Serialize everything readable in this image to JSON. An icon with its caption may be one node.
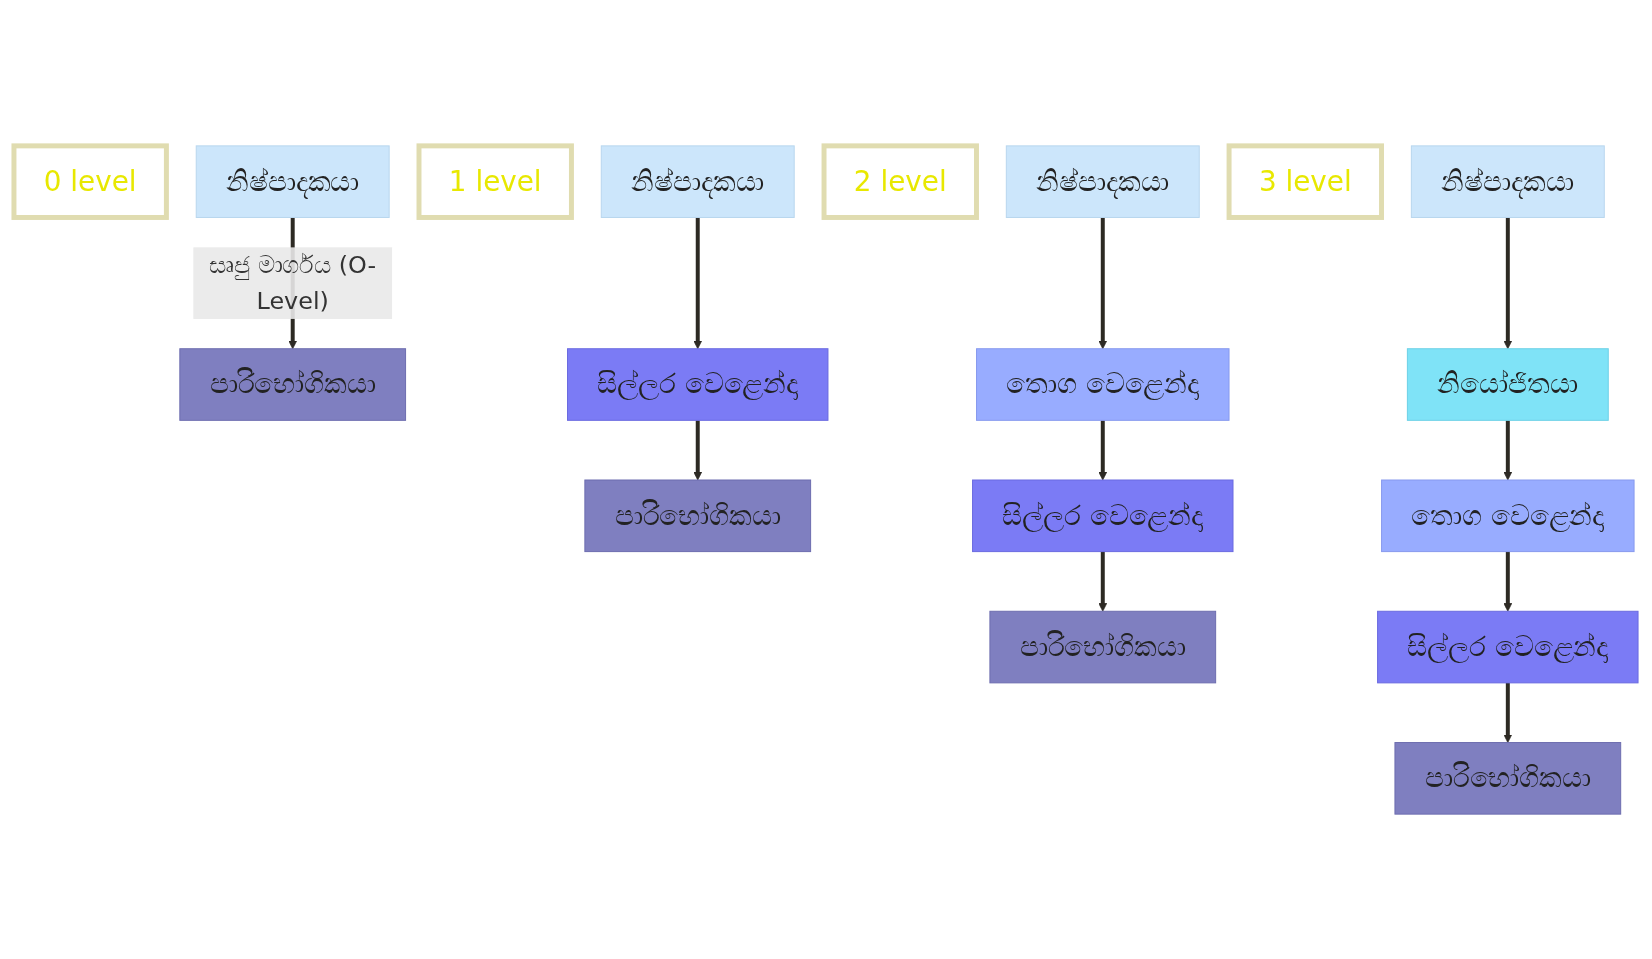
{
  "diagram": {
    "nodes": [
      {
        "text": [
          "0 level"
        ]
      },
      {
        "text": [
          "නිෂ්පාදකයා"
        ]
      },
      {
        "text": [
          "පාරිභෝගිකයා"
        ]
      },
      {
        "text": [
          "1 level"
        ]
      },
      {
        "text": [
          "නිෂ්පාදකයා"
        ]
      },
      {
        "text": [
          "සිල්ලර වෙළෙන්දා"
        ]
      },
      {
        "text": [
          "පාරිභෝගිකයා"
        ]
      },
      {
        "text": [
          "2 level"
        ]
      },
      {
        "text": [
          "නිෂ්පාදකයා"
        ]
      },
      {
        "text": [
          "තොග වෙළෙන්දා"
        ]
      },
      {
        "text": [
          "සිල්ලර වෙළෙන්දා"
        ]
      },
      {
        "text": [
          "පාරිභෝගිකයා"
        ]
      },
      {
        "text": [
          "3 level"
        ]
      },
      {
        "text": [
          "නිෂ්පාදකයා"
        ]
      },
      {
        "text": [
          "නියෝජිතයා"
        ]
      },
      {
        "text": [
          "තොග වෙළෙන්දා"
        ]
      },
      {
        "text": [
          "සිල්ලර වෙළෙන්දා"
        ]
      },
      {
        "text": [
          "පාරිභෝගිකයා"
        ]
      }
    ],
    "edges": [
      {
        "from": 1,
        "to": 2,
        "arrow": "to",
        "label": "සෘජු මාර්ගය (O-Level)"
      },
      {
        "from": 4,
        "to": 5,
        "arrow": "to"
      },
      {
        "from": 5,
        "to": 6,
        "arrow": "to"
      },
      {
        "from": 8,
        "to": 9,
        "arrow": "to"
      },
      {
        "from": 9,
        "to": 10,
        "arrow": "to"
      },
      {
        "from": 10,
        "to": 11,
        "arrow": "to"
      },
      {
        "from": 13,
        "to": 14,
        "arrow": "to"
      },
      {
        "from": 14,
        "to": 15,
        "arrow": "to"
      },
      {
        "from": 15,
        "to": 16,
        "arrow": "to"
      },
      {
        "from": 16,
        "to": 17,
        "arrow": "to"
      }
    ]
  }
}
